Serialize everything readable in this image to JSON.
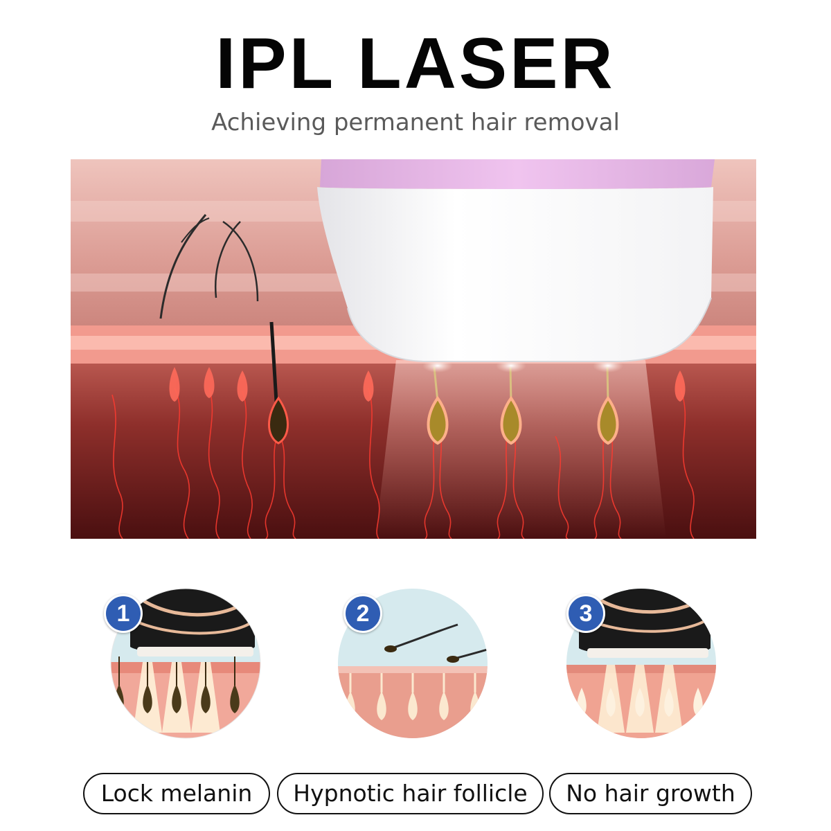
{
  "header": {
    "title": "IPL LASER",
    "subtitle": "Achieving permanent hair removal"
  },
  "steps": [
    {
      "number": "1",
      "label": "Lock melanin"
    },
    {
      "number": "2",
      "label": "Hypnotic hair follicle"
    },
    {
      "number": "3",
      "label": "No hair growth"
    }
  ],
  "colors": {
    "badge": "#2f5db3",
    "device_pink": "#e6b6e6",
    "skin_top": "#f0bdb6",
    "skin_deep": "#6b1a1a",
    "light_beam": "#ff5a48"
  }
}
